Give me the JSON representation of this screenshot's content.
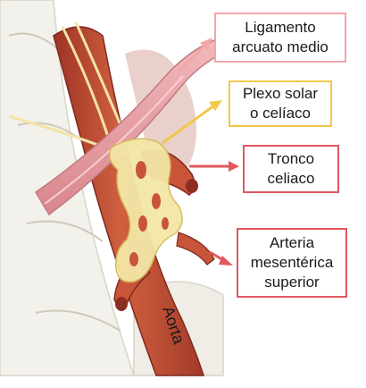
{
  "labels": {
    "ligamento": {
      "line1": "Ligamento",
      "line2": "arcuato medio",
      "color": "#F2A6A8"
    },
    "plexo": {
      "line1": "Plexo solar",
      "line2": "o celíaco",
      "color": "#F0C84A"
    },
    "tronco": {
      "line1": "Tronco",
      "line2": "celiaco",
      "color": "#E0585E"
    },
    "arteria": {
      "line1": "Arteria",
      "line2": "mesentérica",
      "line3": "superior",
      "color": "#E0585E"
    }
  },
  "aorta_label": "Aorta",
  "colors": {
    "artery": "#C8553A",
    "artery_dark": "#8E2E22",
    "ligament": "#E8A2A6",
    "plexus": "#F3E7A6",
    "bone": "#EFEDE6",
    "yellow_arrow": "#F0C84A",
    "red_arrow": "#E0585E",
    "pink_arrow": "#F2A6A8"
  }
}
